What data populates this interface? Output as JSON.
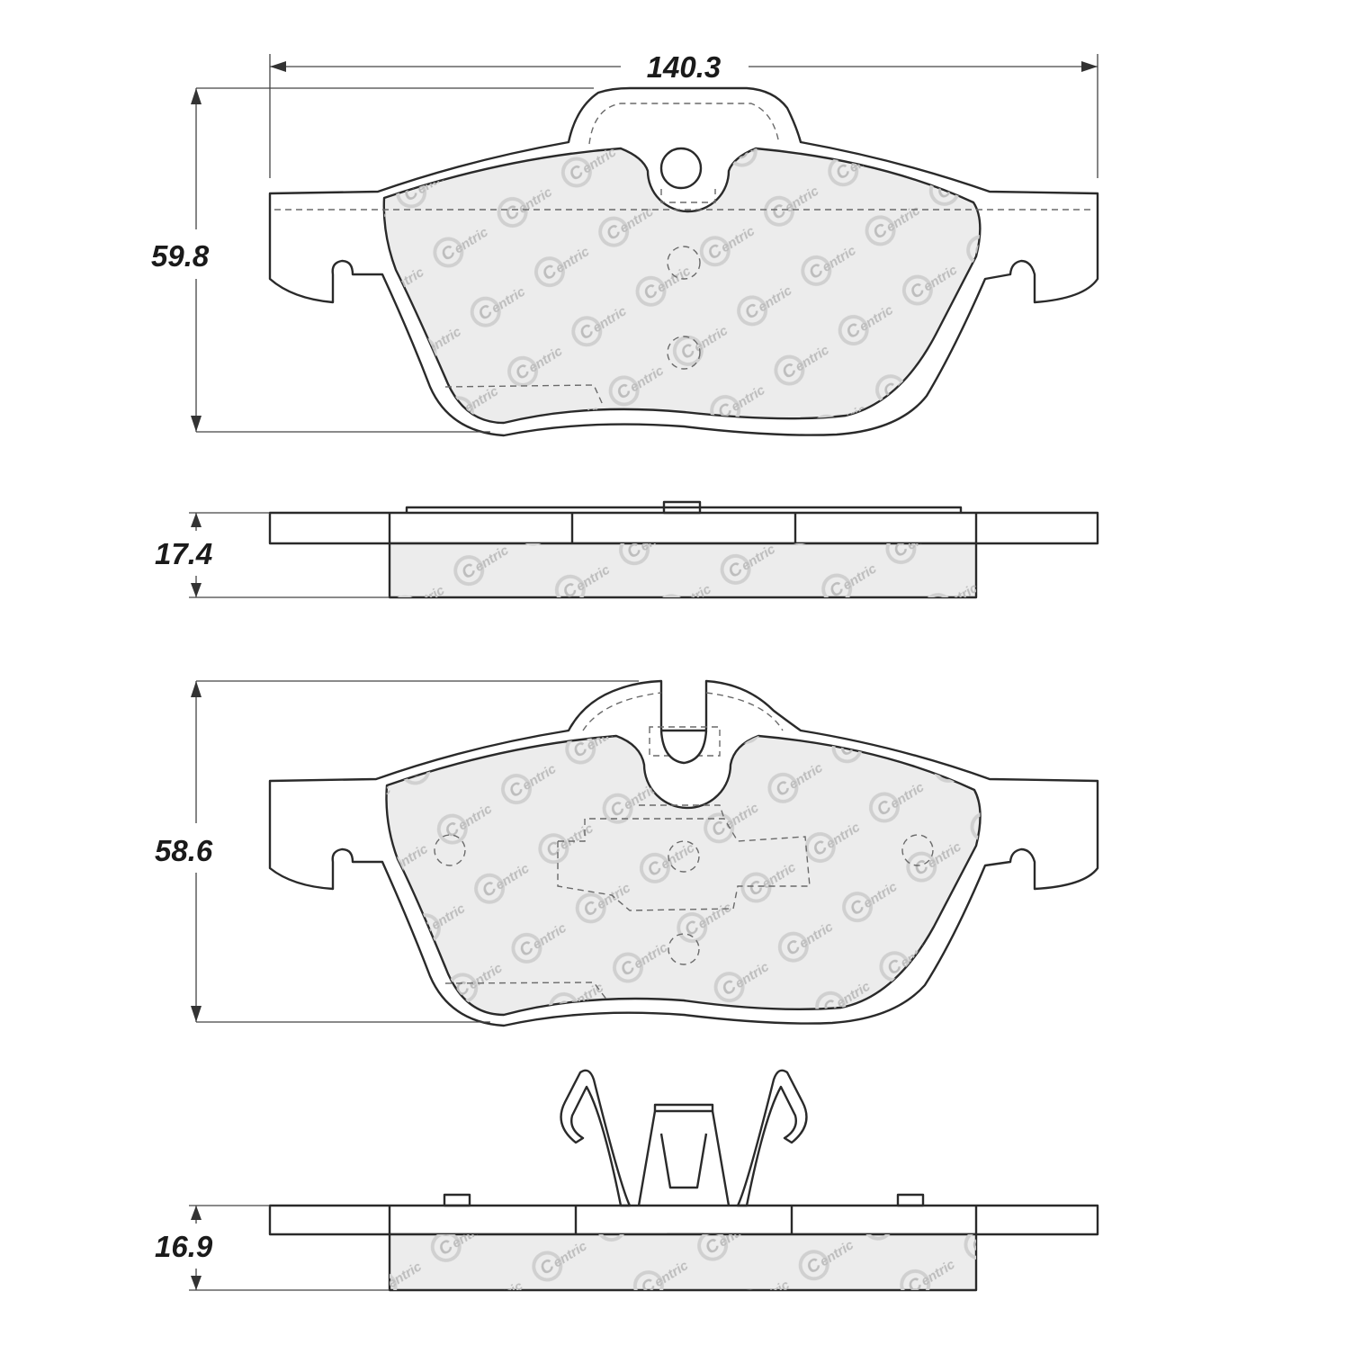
{
  "views": [
    {
      "id": "outer-pad-face",
      "dimension_label": "59.8"
    },
    {
      "id": "outer-pad-side",
      "dimension_label": "17.4"
    },
    {
      "id": "inner-pad-face",
      "dimension_label": "58.6"
    },
    {
      "id": "inner-pad-side",
      "dimension_label": "16.9"
    }
  ],
  "width_dimension": {
    "label": "140.3"
  },
  "watermark": {
    "text": "Centric"
  },
  "colors": {
    "line": "#2a2a2a",
    "friction_fill": "#ececec",
    "watermark": "#bdbdbd"
  }
}
